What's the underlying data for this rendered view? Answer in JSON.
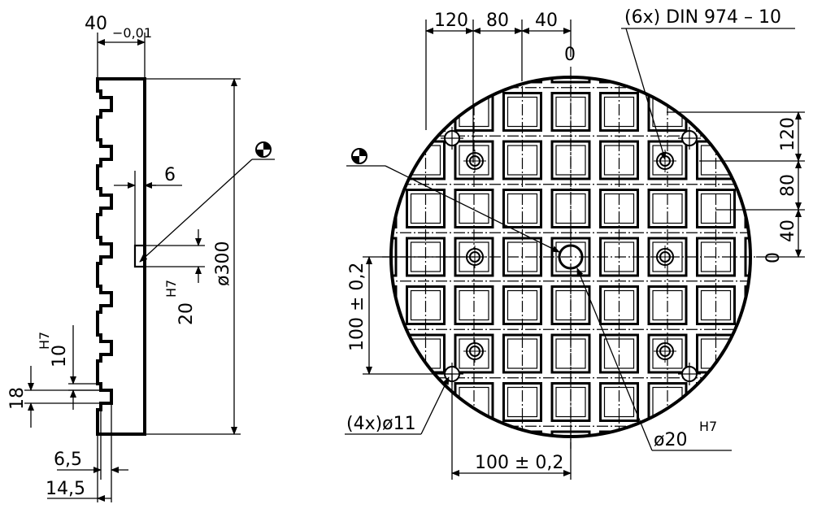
{
  "side_view": {
    "dim_thickness": "40",
    "dim_thickness_tol": "−0,01",
    "dim_slot_depth": "6",
    "dim_center_hole": "20",
    "dim_center_hole_fit": "H7",
    "dim_diameter": "ø300",
    "dim_slot_width": "10",
    "dim_slot_width_fit": "H7",
    "dim_slot_pitch": "18",
    "dim_slot_inner": "6,5",
    "dim_slot_outer": "14,5"
  },
  "top_view": {
    "dim_h_120": "120",
    "dim_h_80": "80",
    "dim_h_40": "40",
    "zero_top": "0",
    "thread_callout": "(6x) DIN 974 – 10",
    "dim_v_120": "120",
    "dim_v_80": "80",
    "dim_v_40": "40",
    "zero_right": "0",
    "dim_vertical_spacing": "100 ± 0,2",
    "dim_horizontal_spacing": "100 ± 0,2",
    "hole_callout": "(4x)ø11",
    "center_bore": "ø20",
    "center_bore_fit": "H7"
  }
}
